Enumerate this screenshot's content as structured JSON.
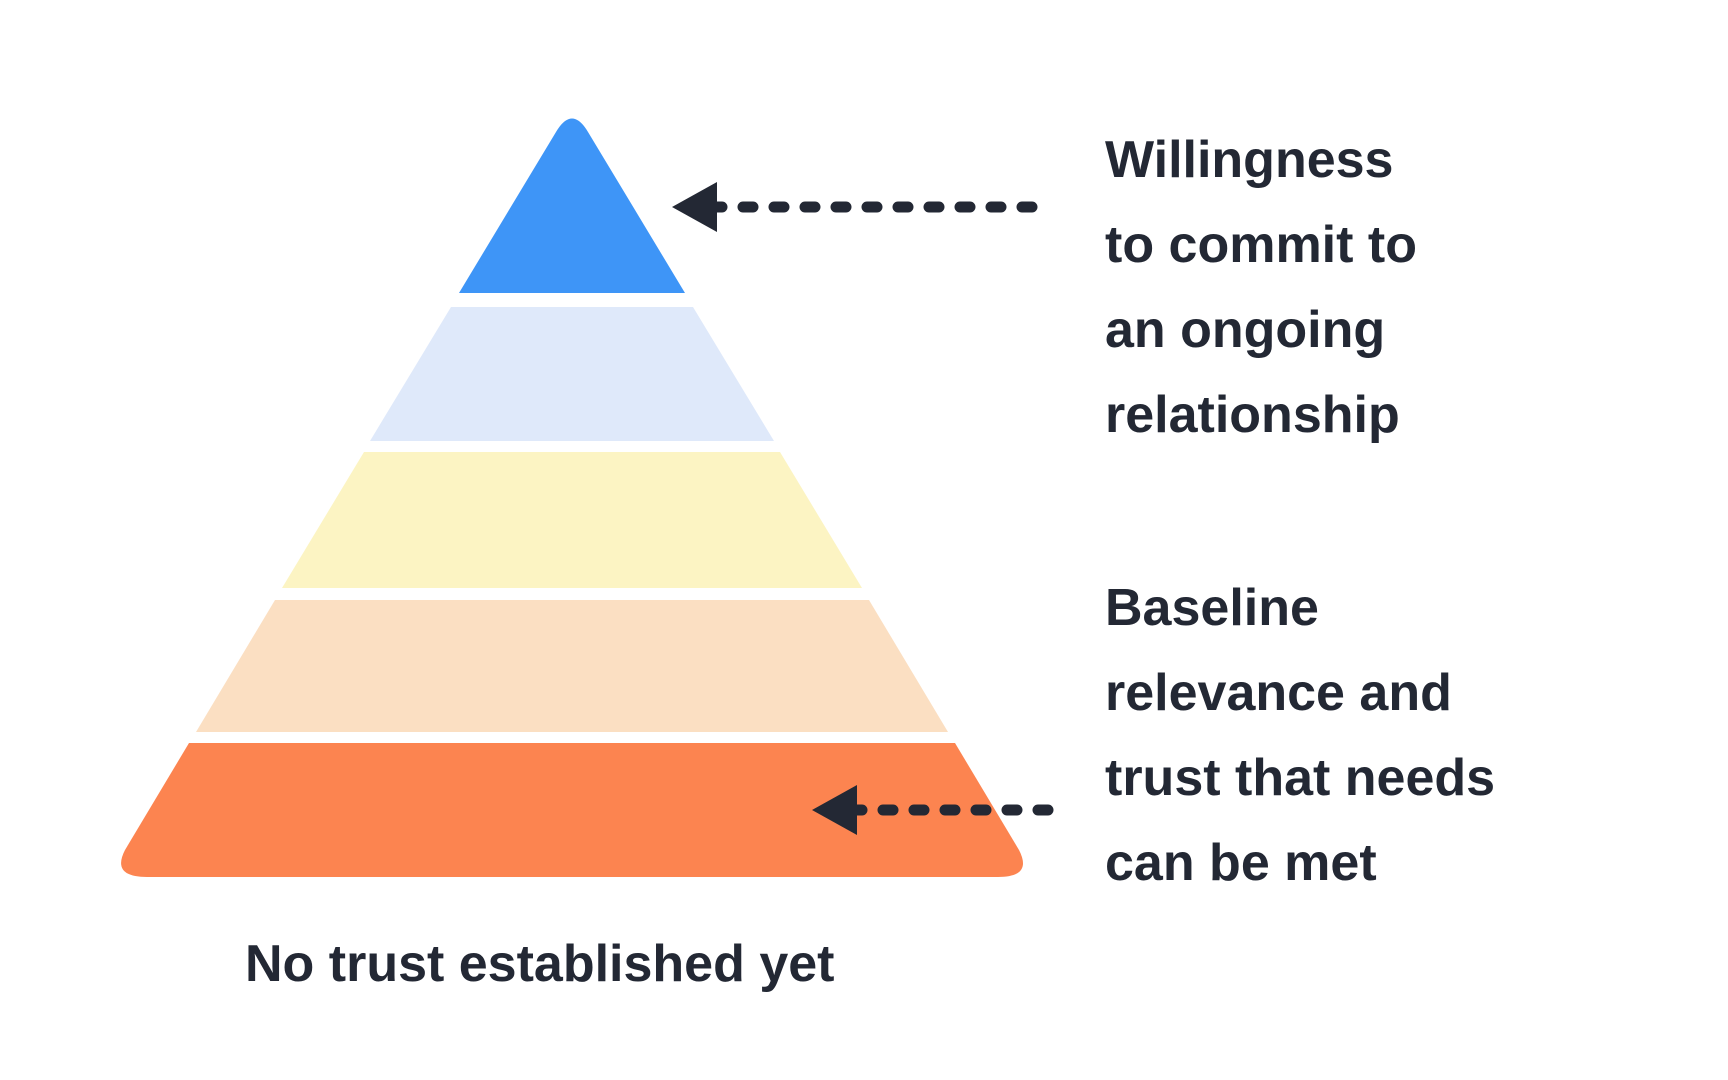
{
  "colors": {
    "background": "#FFFFFF",
    "arrow": "#232834",
    "text": "#232834"
  },
  "pyramid": {
    "layers": [
      {
        "position": "top",
        "color": "#3E95F7"
      },
      {
        "position": "level-4",
        "color": "#DFE9FA"
      },
      {
        "position": "level-3",
        "color": "#FCF4C3"
      },
      {
        "position": "level-2",
        "color": "#FBDFC2"
      },
      {
        "position": "base",
        "color": "#FC8450"
      }
    ]
  },
  "annotations": {
    "top": {
      "lines": [
        "Willingness",
        "to commit to",
        "an ongoing",
        "relationship"
      ]
    },
    "bottom": {
      "lines": [
        "Baseline",
        "relevance and",
        "trust that needs",
        "can be met"
      ]
    }
  },
  "caption": "No trust established yet"
}
